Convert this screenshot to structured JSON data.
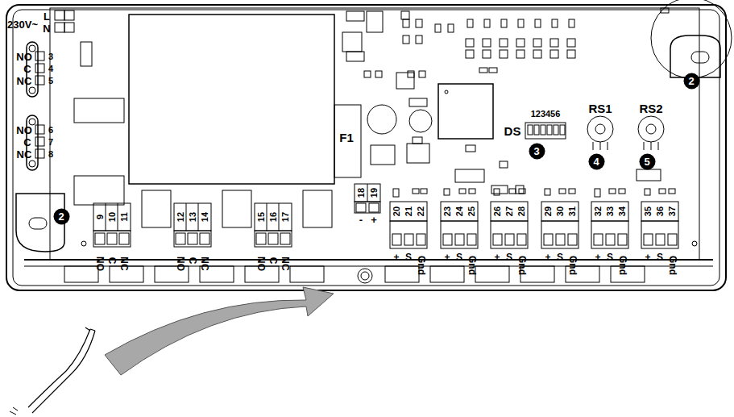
{
  "diagram": {
    "nodes": [
      {
        "text": [
          "2"
        ]
      },
      {
        "text": [
          "3"
        ]
      },
      {
        "text": [
          "4"
        ]
      },
      {
        "text": [
          "5"
        ]
      },
      {
        "text": [
          "2"
        ]
      }
    ],
    "labels": [
      "230V~",
      "L",
      "N",
      "NO",
      "3",
      "C",
      "4",
      "NC",
      "5",
      "NO",
      "6",
      "C",
      "7",
      "NC",
      "8",
      "F1",
      "123456",
      "DS",
      "RS1",
      "RS2",
      "18",
      "19",
      "-",
      "+",
      "9",
      "10",
      "11",
      "12",
      "13",
      "14",
      "15",
      "16",
      "17",
      "20",
      "21",
      "22",
      "23",
      "24",
      "25",
      "26",
      "27",
      "28",
      "29",
      "30",
      "31",
      "32",
      "33",
      "34",
      "35",
      "36",
      "37",
      "NO",
      "C",
      "NC",
      "NO",
      "C",
      "NC",
      "NO",
      "C",
      "NC",
      "+",
      "S",
      "Gnd",
      "+",
      "S",
      "Gnd",
      "+",
      "S",
      "Gnd",
      "+",
      "S",
      "Gnd",
      "+",
      "S",
      "Gnd",
      "+",
      "S",
      "Gnd"
    ]
  }
}
